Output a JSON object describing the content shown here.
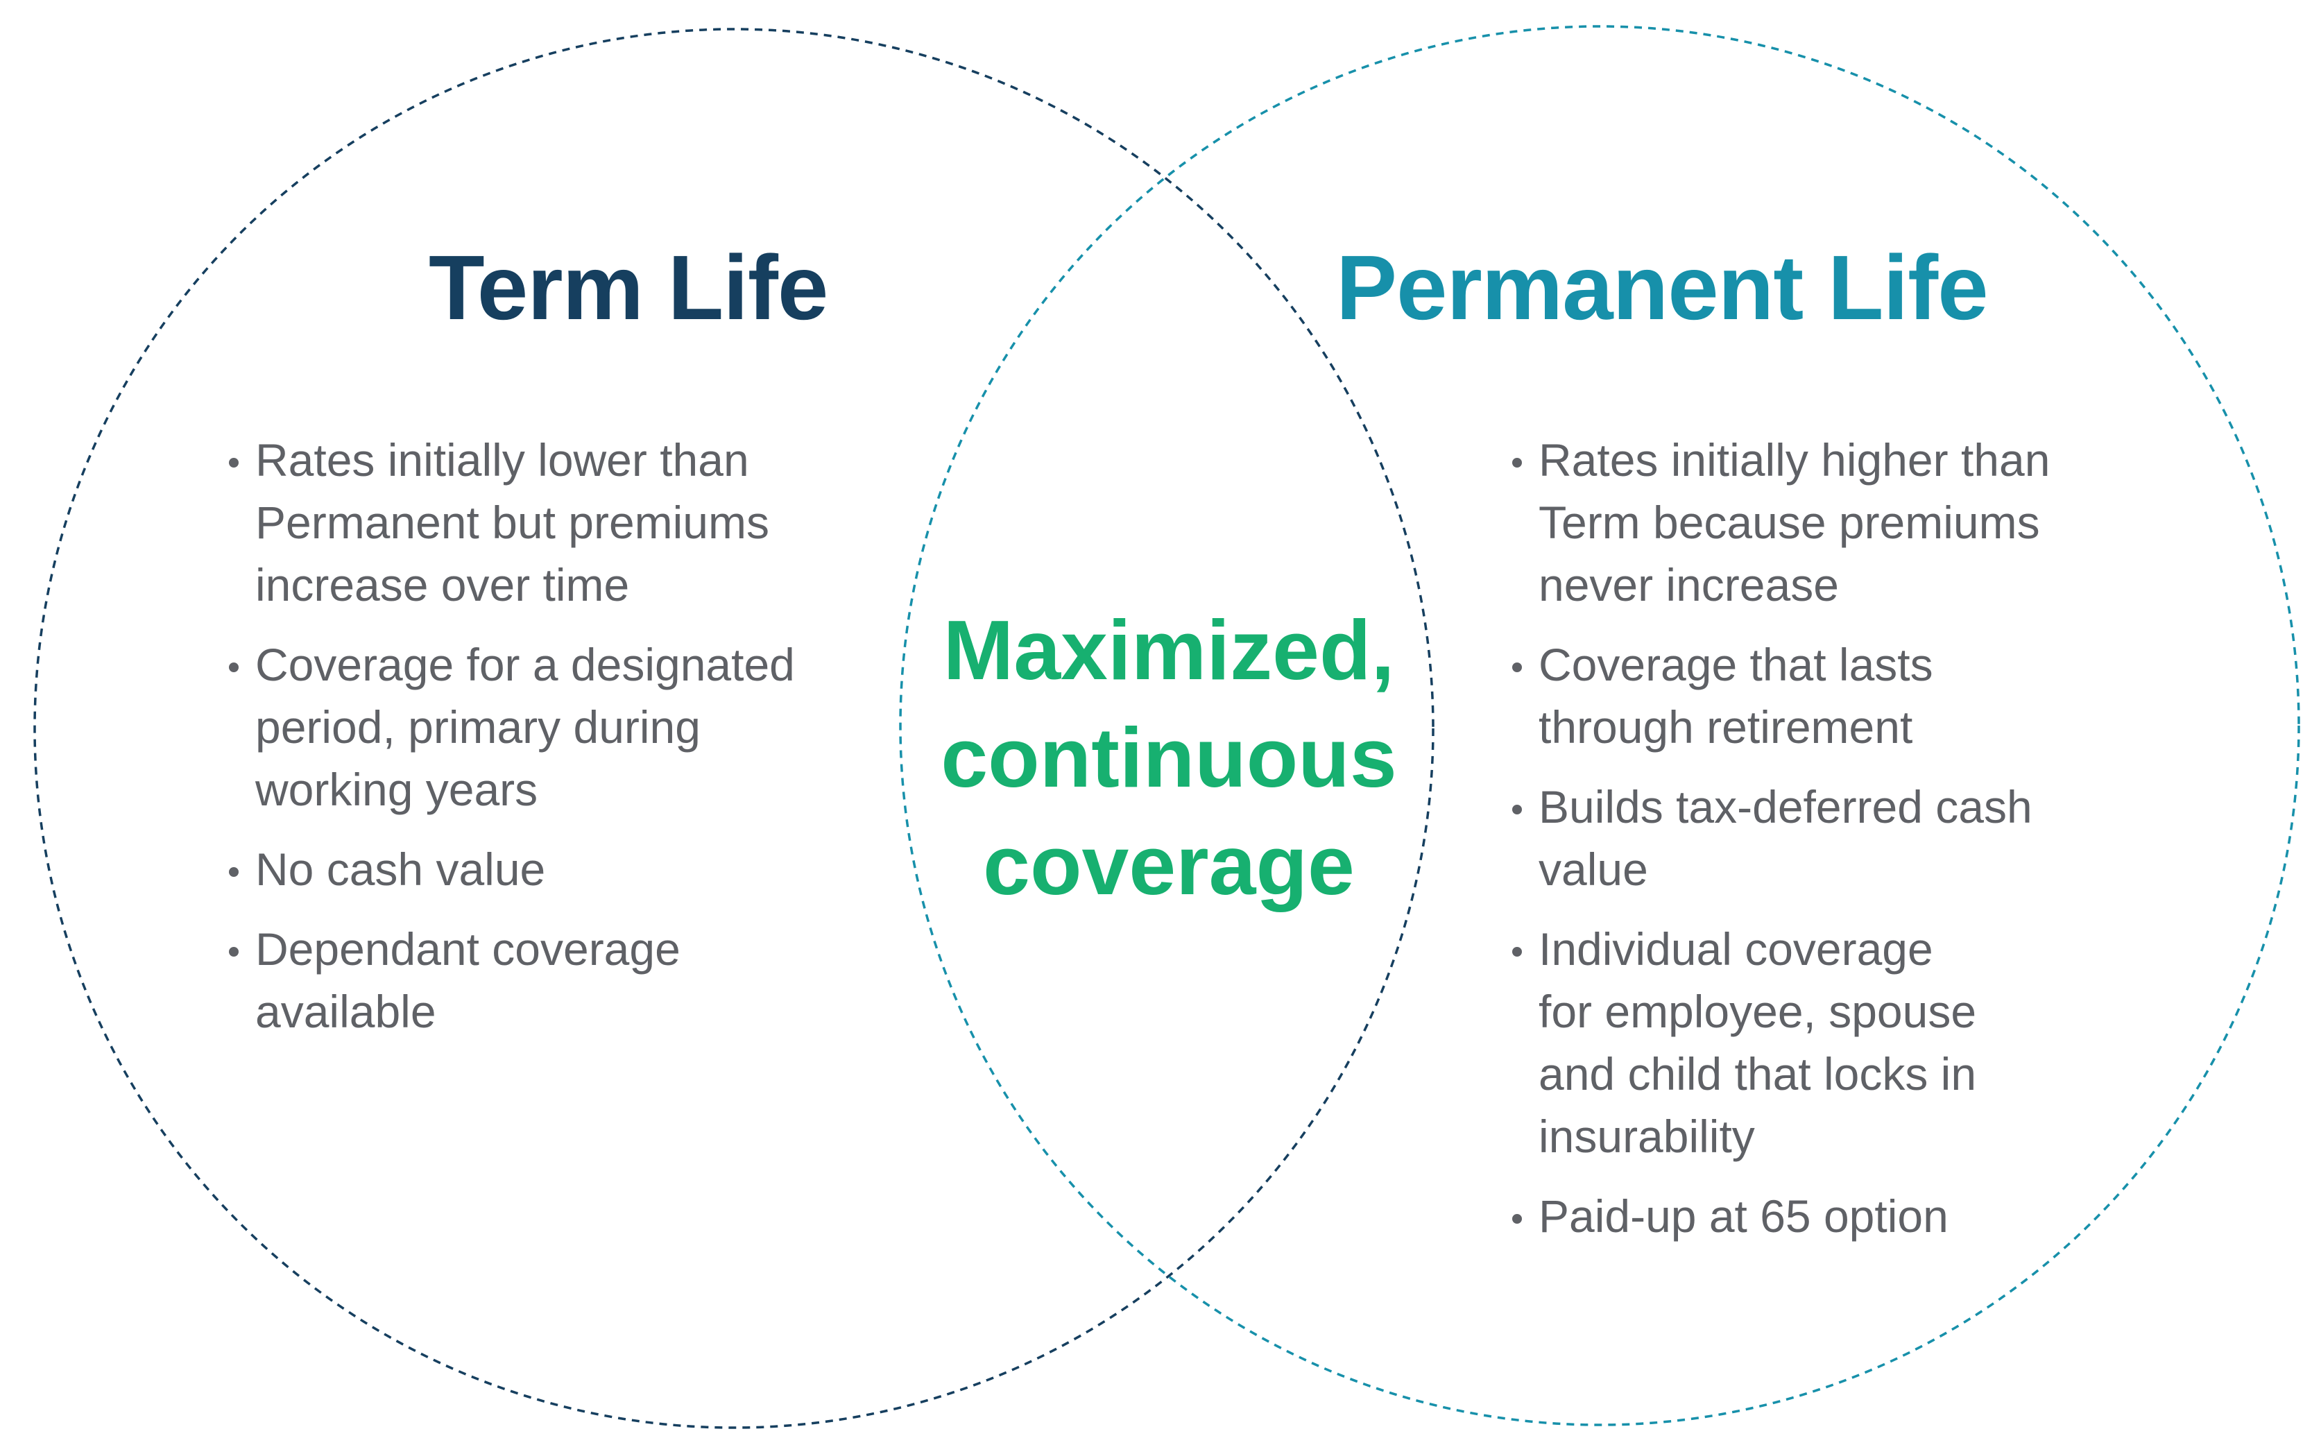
{
  "colors": {
    "term": "#163f5f",
    "permanent": "#1790aa",
    "overlap": "#17b070",
    "body_text": "#5f6166"
  },
  "term": {
    "title": "Term Life",
    "items": [
      [
        "Rates initially lower than",
        "Permanent but premiums",
        "increase over time"
      ],
      [
        "Coverage for a designated",
        "period, primary during",
        "working years"
      ],
      [
        "No cash value"
      ],
      [
        "Dependant coverage",
        "available"
      ]
    ]
  },
  "permanent": {
    "title": "Permanent Life",
    "items": [
      [
        "Rates initially higher  than",
        "Term because premiums",
        "never increase"
      ],
      [
        "Coverage that lasts",
        "through retirement"
      ],
      [
        "Builds tax-deferred cash",
        "value"
      ],
      [
        "Individual coverage",
        "for employee, spouse",
        "and child that locks in",
        "insurability"
      ],
      [
        "Paid-up at 65 option"
      ]
    ]
  },
  "overlap": {
    "lines": [
      "Maximized,",
      "continuous",
      "coverage"
    ]
  }
}
